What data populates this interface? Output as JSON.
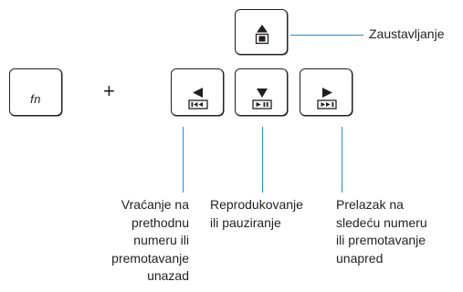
{
  "keys": {
    "fn_label": "fn",
    "plus_sign": "+"
  },
  "labels": {
    "stop": "Zaustavljanje",
    "rewind": "Vraćanje na\nprethodnu\nnumeru ili\npremotavanje\nunazad",
    "play_pause": "Reprodukovanje\nili pauziranje",
    "forward": "Prelazak na\nsledeću numeru\nili premotavanje\nunapred"
  },
  "colors": {
    "leader_line": "#1e8fce",
    "key_outline": "#231f20"
  },
  "icons": {
    "stop_key": "eject-stop-icon",
    "rewind_key": "rewind-prev-icon",
    "play_pause_key": "play-pause-icon",
    "forward_key": "forward-next-icon"
  }
}
